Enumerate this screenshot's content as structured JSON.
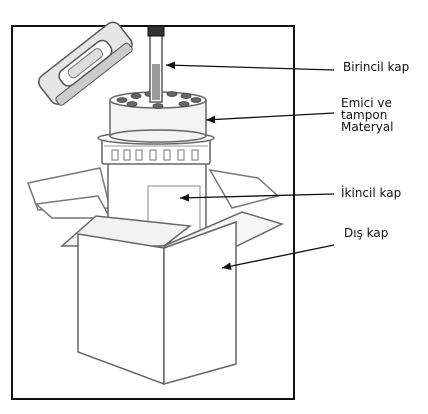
{
  "labels": {
    "primary": "Birincil kap",
    "absorbent_lines": [
      "Emici ve",
      "tampon",
      "Materyal"
    ],
    "secondary": "İkincil kap",
    "outer": "Dış kap"
  }
}
